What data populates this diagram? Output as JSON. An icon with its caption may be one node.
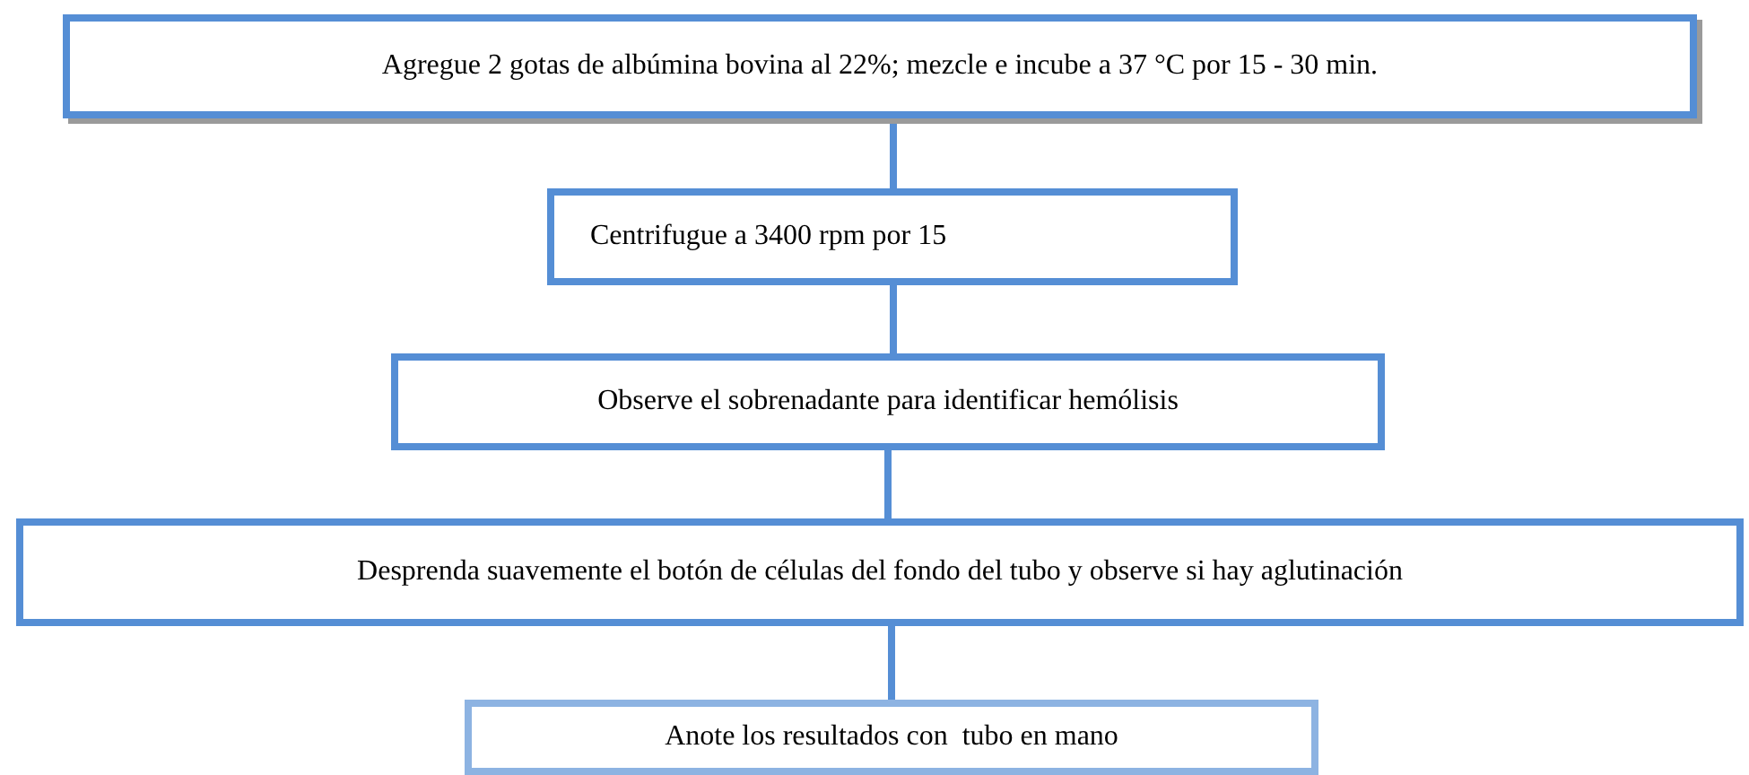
{
  "diagram": {
    "nodes": [
      {
        "text": [
          "Agregue 2 gotas de albúmina bovina al 22%; mezcle e incube a 37 °C por 15 - 30 min."
        ]
      },
      {
        "text": [
          "Centrifugue a 3400 rpm por 15"
        ]
      },
      {
        "text": [
          "Observe el sobrenadante para identificar hemólisis"
        ]
      },
      {
        "text": [
          "Desprenda suavemente el botón de células del fondo del tubo y observe si hay aglutinación"
        ]
      },
      {
        "text": [
          "Anote los resultados con  tubo en mano"
        ]
      }
    ],
    "edges": [
      {
        "from": 0,
        "to": 1,
        "arrow": "none"
      },
      {
        "from": 1,
        "to": 2,
        "arrow": "none"
      },
      {
        "from": 2,
        "to": 3,
        "arrow": "none"
      },
      {
        "from": 3,
        "to": 4,
        "arrow": "none"
      }
    ]
  }
}
